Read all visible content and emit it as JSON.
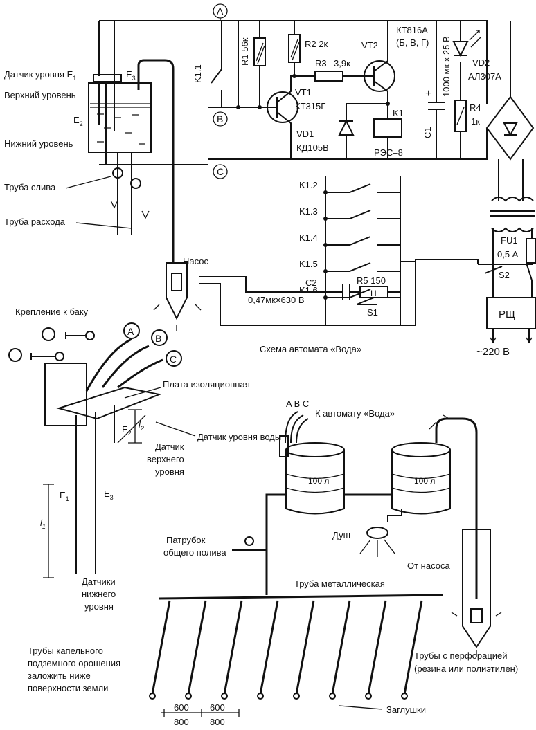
{
  "circuit": {
    "title": "Схема автомата «Вода»",
    "node_a": "A",
    "node_b": "B",
    "node_c": "C",
    "r1": "R1 56к",
    "r2": "R2 2к",
    "r3": "R3",
    "r3_val": "3,9к",
    "vt2": "VT2",
    "vt2_type": "КТ816А",
    "vt2_suffix": "(Б, В, Г)",
    "vt1": "VT1",
    "vt1_type": "КТ315Г",
    "vd1": "VD1",
    "vd1_type": "КД105В",
    "k1": "K1",
    "k1_type": "РЭС–8",
    "k11": "K1.1",
    "c1_val": "1000 мк x 25 В",
    "c1": "C1",
    "vd2": "VD2",
    "vd2_type": "АЛ307А",
    "r4": "R4",
    "r4_val": "1к",
    "contacts": [
      "K1.2",
      "K1.3",
      "K1.4",
      "K1.5",
      "K1.6"
    ],
    "fu1": "FU1",
    "fu1_val": "0,5 А",
    "s2": "S2",
    "rsch": "РЩ",
    "c2": "C2",
    "c2_val": "0,47мк×630 В",
    "r5": "R5 150",
    "s1": "S1",
    "mains": "~220 В"
  },
  "tank_view": {
    "sensor_label": "Датчик уровня E",
    "sensor_sub": "1",
    "e3": "E",
    "e3_sub": "3",
    "upper": "Верхний уровень",
    "e2": "E",
    "e2_sub": "2",
    "lower": "Нижний уровень",
    "drain": "Труба слива",
    "consumption": "Труба расхода",
    "pump": "Насос"
  },
  "sensor_detail": {
    "mount": "Крепление к баку",
    "a": "A",
    "b": "B",
    "c": "C",
    "board": "Плата изоляционная",
    "e2": "E",
    "e2_sub": "2",
    "l2": "l",
    "l2_sub": "2",
    "upper_sensor": "Датчик верхнего уровня",
    "level_sensor": "Датчик уровня воды",
    "e1": "E",
    "e1_sub": "1",
    "e3": "E",
    "e3_sub": "3",
    "l1": "l",
    "l1_sub": "1",
    "lower_sensors": "Датчики нижнего уровня"
  },
  "irrigation": {
    "abc": "A B C",
    "to_auto": "К автомату «Вода»",
    "barrel1": "100 л",
    "barrel2": "100 л",
    "shower": "Душ",
    "nozzle": "Патрубок общего полива",
    "metal_pipe": "Труба металлическая",
    "from_pump": "От насоса",
    "drip": "Трубы капельного подземного орошения заложить ниже поверхности земли",
    "perforated": "Трубы с перфорацией (резина или полиэтилен)",
    "caps": "Заглушки",
    "dim1_top": "600",
    "dim1_bot": "800",
    "dim2_top": "600",
    "dim2_bot": "800"
  }
}
